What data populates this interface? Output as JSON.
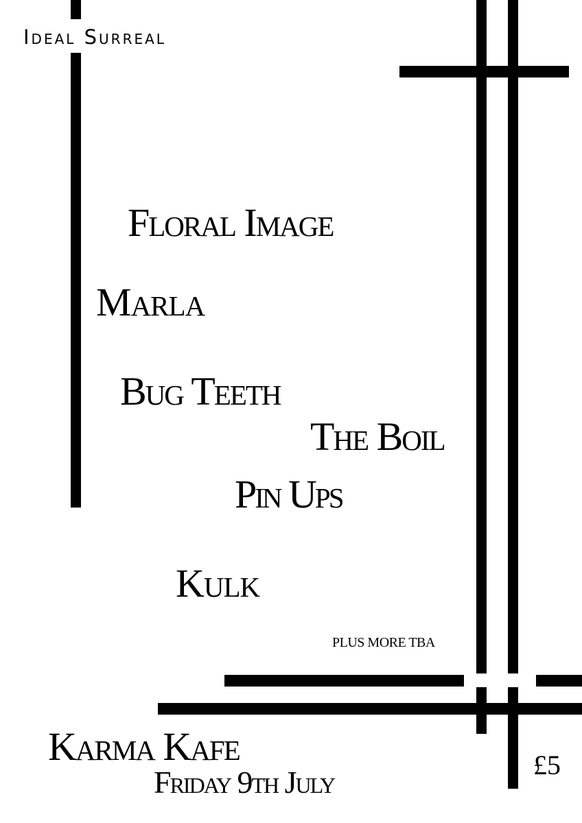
{
  "header": {
    "collective": "Ideal Surreal"
  },
  "lineup": [
    {
      "name": "Floral Image"
    },
    {
      "name": "Marla"
    },
    {
      "name": "Bug Teeth"
    },
    {
      "name": "The Boil"
    },
    {
      "name": "Pin Ups"
    },
    {
      "name": "Kulk"
    }
  ],
  "note": "Plus more TBA",
  "venue": {
    "name": "Karma Kafe",
    "date": "Friday 9th July"
  },
  "price": "£5",
  "colors": {
    "background": "#ffffff",
    "ink": "#000000"
  }
}
